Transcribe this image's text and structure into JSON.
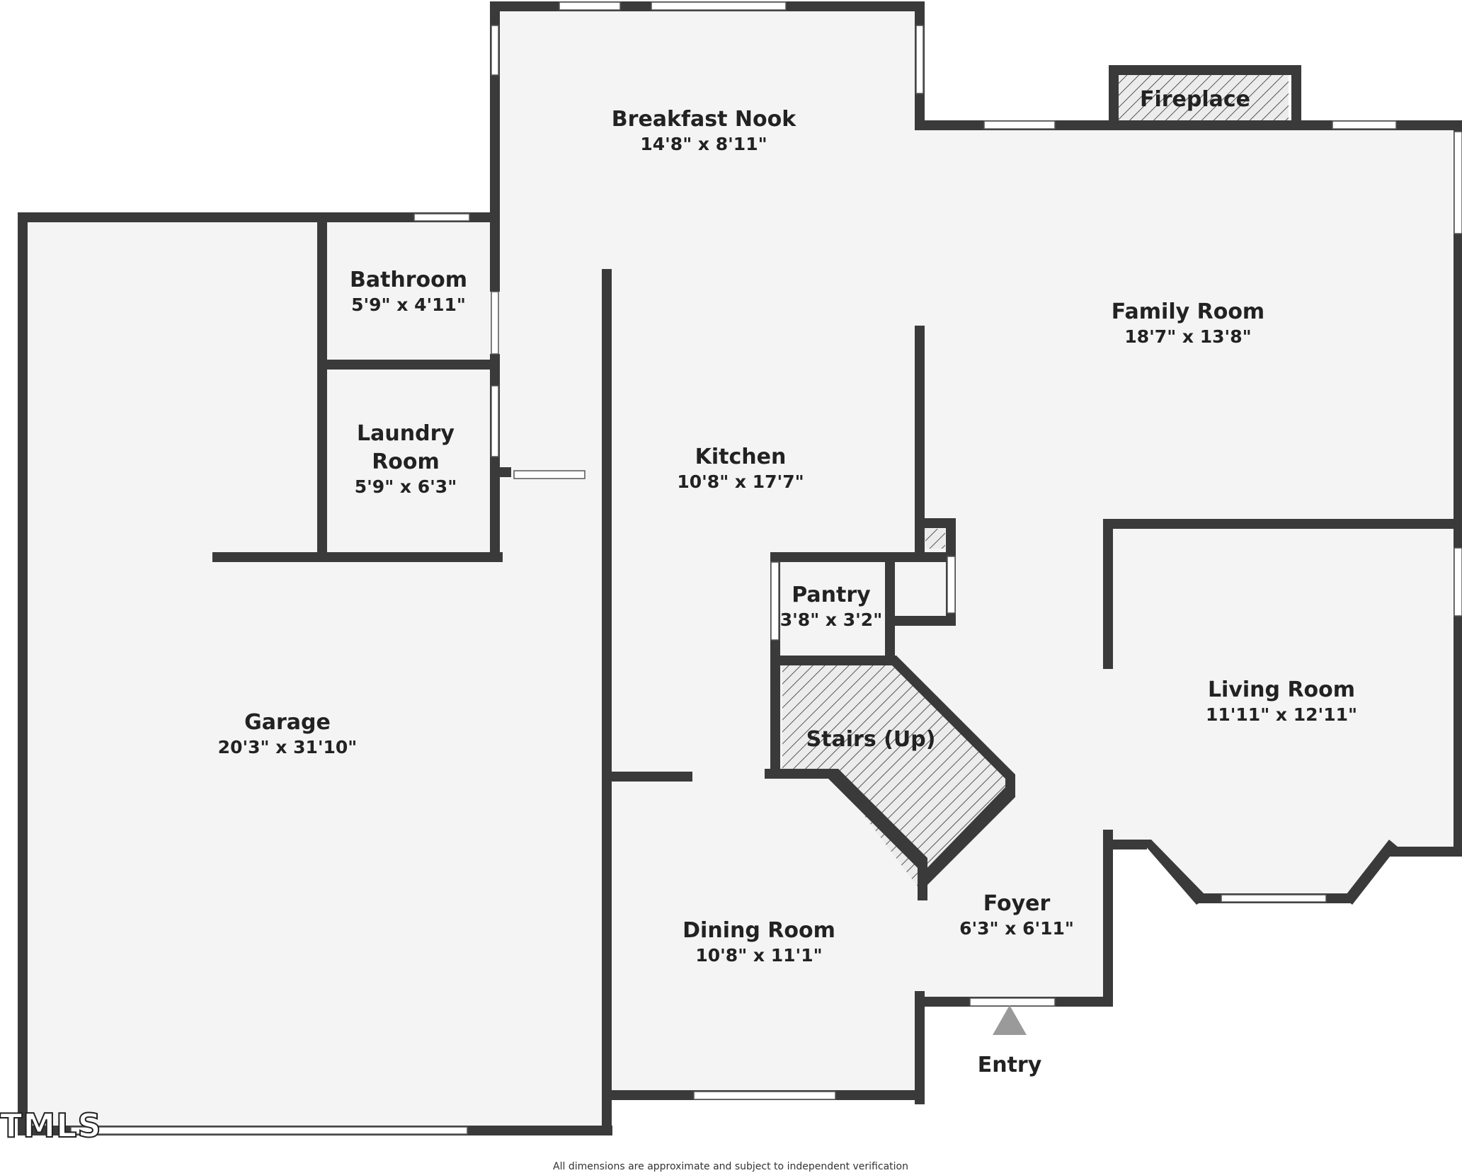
{
  "rooms": {
    "breakfast_nook": {
      "name": "Breakfast Nook",
      "dims": "14'8\" x 8'11\""
    },
    "family_room": {
      "name": "Family Room",
      "dims": "18'7\" x 13'8\""
    },
    "bathroom": {
      "name": "Bathroom",
      "dims": "5'9\" x 4'11\""
    },
    "laundry_room": {
      "name_line1": "Laundry",
      "name_line2": "Room",
      "dims": "5'9\" x 6'3\""
    },
    "kitchen": {
      "name": "Kitchen",
      "dims": "10'8\" x 17'7\""
    },
    "pantry": {
      "name": "Pantry",
      "dims": "3'8\" x 3'2\""
    },
    "stairs": {
      "name": "Stairs (Up)"
    },
    "garage": {
      "name": "Garage",
      "dims": "20'3\" x 31'10\""
    },
    "living_room": {
      "name": "Living Room",
      "dims": "11'11\" x 12'11\""
    },
    "foyer": {
      "name": "Foyer",
      "dims": "6'3\" x 6'11\""
    },
    "dining_room": {
      "name": "Dining Room",
      "dims": "10'8\" x 11'1\""
    }
  },
  "fireplace": "Fireplace",
  "entry": "Entry",
  "footer": "All dimensions are approximate and subject to independent verification",
  "watermark": "TMLS",
  "colors": {
    "wall": "#3a3a3a",
    "floor": "#f4f4f4",
    "window": "#ffffff"
  }
}
